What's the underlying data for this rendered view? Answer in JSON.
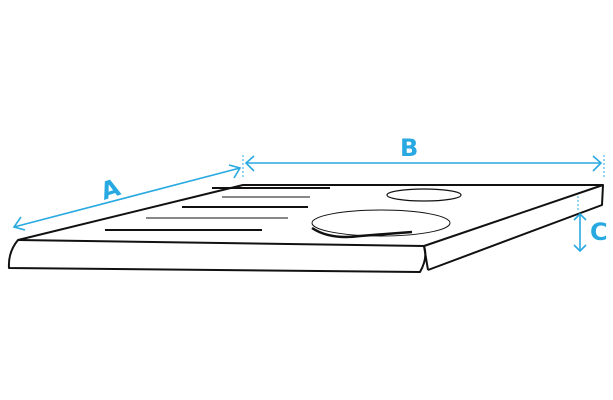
{
  "labels": {
    "a": "A",
    "b": "B",
    "c": "C"
  },
  "colors": {
    "dimension": "#29a9e1",
    "outline": "#111111"
  }
}
